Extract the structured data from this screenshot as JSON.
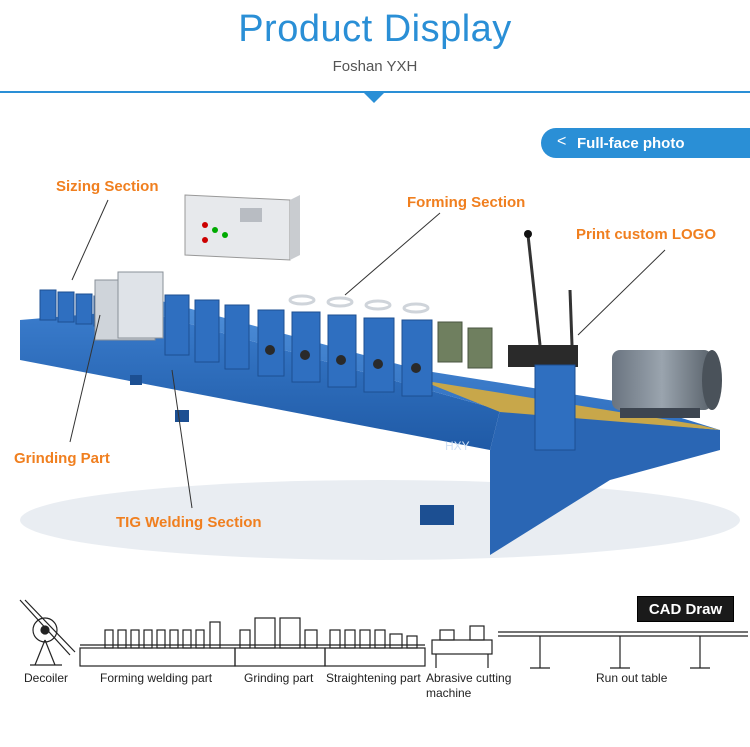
{
  "header": {
    "title": "Product Display",
    "subtitle": "Foshan YXH"
  },
  "badge": {
    "chevron": "<",
    "label": "Full-face photo"
  },
  "callouts": {
    "sizing": "Sizing Section",
    "forming": "Forming Section",
    "logo": "Print custom LOGO",
    "grinding": "Grinding Part",
    "tig": "TIG Welding Section"
  },
  "machine_marking": "HXY",
  "cad": {
    "heading": "CAD Draw",
    "labels": {
      "decoiler": "Decoiler",
      "forming_welding": "Forming welding part",
      "grinding": "Grinding part",
      "straightening": "Straightening part",
      "abrasive_line1": "Abrasive cutting",
      "abrasive_line2": "machine",
      "run_out": "Run out table"
    }
  },
  "colors": {
    "accent": "#2a8fd6",
    "callout": "#f07f1f",
    "machine": "#2f6fc0"
  }
}
